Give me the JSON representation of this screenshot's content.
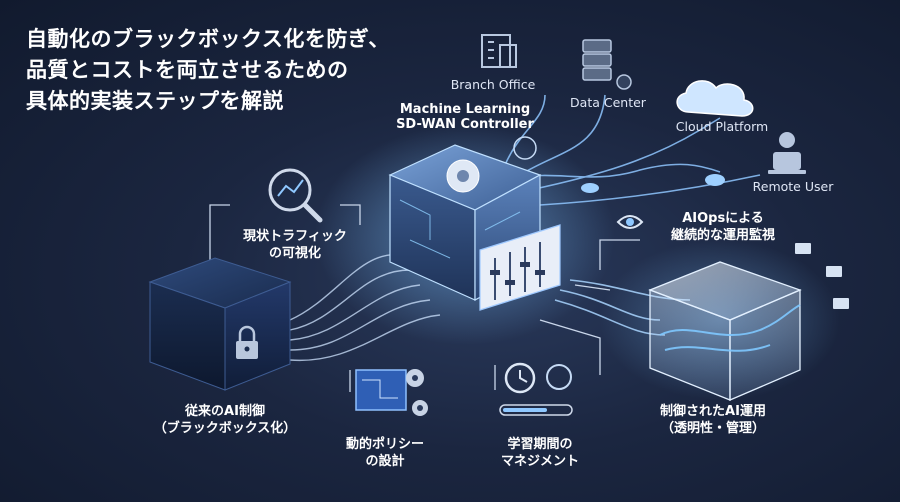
{
  "title": {
    "line1": "自動化のブラックボックス化を防ぎ、",
    "line2": "品質とコストを両立させるための",
    "line3": "具体的実装ステップを解説"
  },
  "nodes": {
    "branch_office": "Branch Office",
    "data_center": "Data Center",
    "cloud_platform": "Cloud Platform",
    "remote_user": "Remote User",
    "controller_line1": "Machine Learning",
    "controller_line2": "SD-WAN Controller"
  },
  "steps": {
    "visualize_line1": "現状トラフィック",
    "visualize_line2": "の可視化",
    "aiops_line1": "AIOpsによる",
    "aiops_line2": "継続的な運用監視",
    "blackbox_line1": "従来のAI制御",
    "blackbox_line2": "（ブラックボックス化）",
    "policy_line1": "動的ポリシー",
    "policy_line2": "の設計",
    "learning_line1": "学習期間の",
    "learning_line2": "マネジメント",
    "controlled_line1": "制御されたAI運用",
    "controlled_line2": "（透明性・管理）"
  },
  "colors": {
    "accent": "#6fb7ff",
    "glow": "#9fd4ff",
    "background": "#1b2640"
  }
}
